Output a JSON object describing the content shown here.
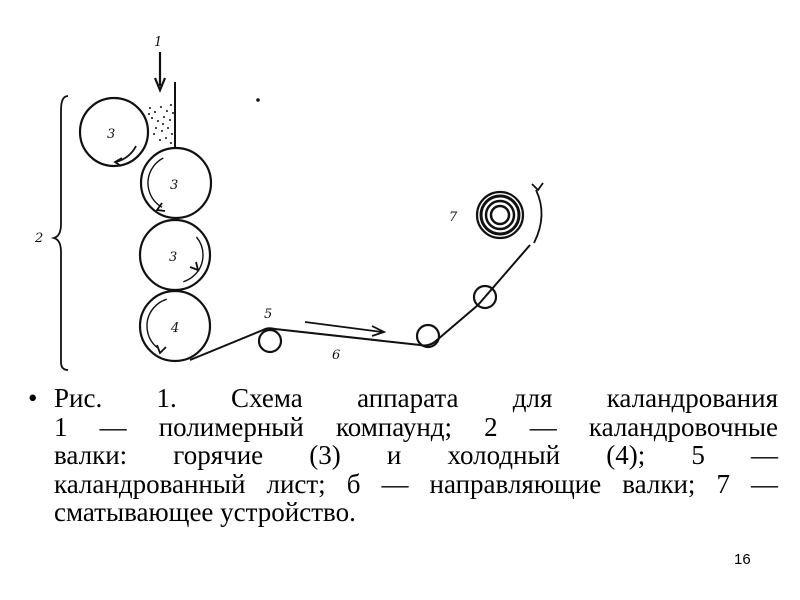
{
  "diagram": {
    "labels": {
      "compound": "1",
      "calender_group": "2",
      "hot_roll": "3",
      "cold_roll": "4",
      "sheet": "5",
      "guide": "6",
      "winder": "7"
    }
  },
  "caption": {
    "bullet": "•",
    "lines": [
      "Рис. 1. Схема аппарата для каландрования",
      "1 — полимерный компаунд; 2 — каландровочные",
      "валки: горячие (3) и холодный (4); 5 —",
      "каландрованный лист; б — направляющие валки; 7 —",
      "сматывающее устройство."
    ]
  },
  "page_number": "16"
}
